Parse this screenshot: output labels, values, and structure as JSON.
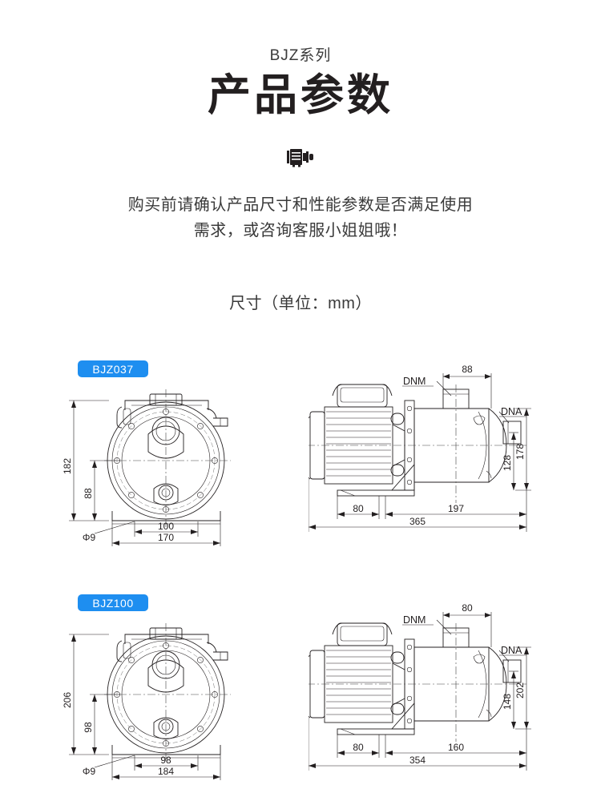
{
  "header": {
    "series": "BJZ系列",
    "title": "产品参数",
    "divider_icon": "pump-motor-icon",
    "subtitle_line1": "购买前请确认产品尺寸和性能参数是否满足使用",
    "subtitle_line2": "需求，或咨询客服小姐姐哦！",
    "dimension_heading": "尺寸（单位：mm）"
  },
  "colors": {
    "badge_blue": "#1e8ef0",
    "text_dark": "#231f20",
    "line": "#231f20",
    "background": "#ffffff"
  },
  "models": [
    {
      "badge": "BJZ037",
      "front_view": {
        "name": "front-view-bjz037",
        "dimensions": {
          "overall_height": "182",
          "foot_to_center": "88",
          "bolt_spacing": "100",
          "base_width": "170",
          "hole_diameter": "Φ9"
        }
      },
      "side_view": {
        "name": "side-view-bjz037",
        "labels": {
          "suction": "DNM",
          "discharge": "DNA"
        },
        "dimensions": {
          "port_offset": "88",
          "discharge_height": "128",
          "overall_height": "178",
          "foot_length": "80",
          "pump_length": "197",
          "overall_length": "365"
        }
      }
    },
    {
      "badge": "BJZ100",
      "front_view": {
        "name": "front-view-bjz100",
        "dimensions": {
          "overall_height": "206",
          "foot_to_center": "98",
          "bolt_spacing": "98",
          "base_width": "184",
          "hole_diameter": "Φ9"
        }
      },
      "side_view": {
        "name": "side-view-bjz100",
        "labels": {
          "suction": "DNM",
          "discharge": "DNA"
        },
        "dimensions": {
          "port_offset": "80",
          "discharge_height": "148",
          "overall_height": "202",
          "foot_length": "80",
          "pump_length": "160",
          "overall_length": "354"
        }
      }
    }
  ]
}
